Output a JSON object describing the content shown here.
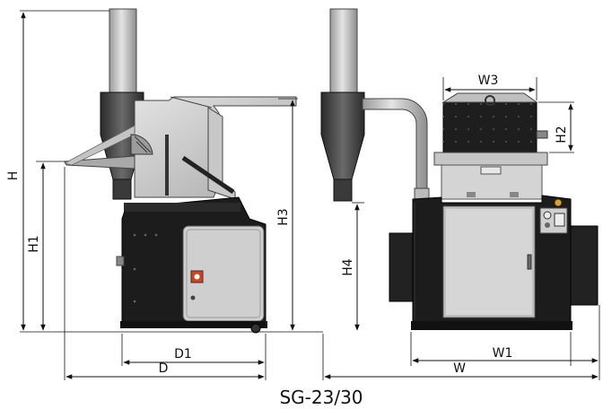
{
  "model": "SG-23/30",
  "side_view": {
    "height_labels": {
      "H": "H",
      "H1": "H1",
      "H3": "H3"
    },
    "depth_labels": {
      "D1": "D1",
      "D": "D"
    }
  },
  "front_view": {
    "height_labels": {
      "H2": "H2",
      "H4": "H4"
    },
    "width_labels": {
      "W3": "W3",
      "W1": "W1",
      "W": "W"
    }
  },
  "colors": {
    "machine_body": "#1c1c1c",
    "sheet_metal": "#bdbdbd",
    "panel": "#d6d6d6",
    "pipe": "#c9c9c9",
    "warning_label": "#d8401c",
    "indicator": "#e6a020"
  }
}
